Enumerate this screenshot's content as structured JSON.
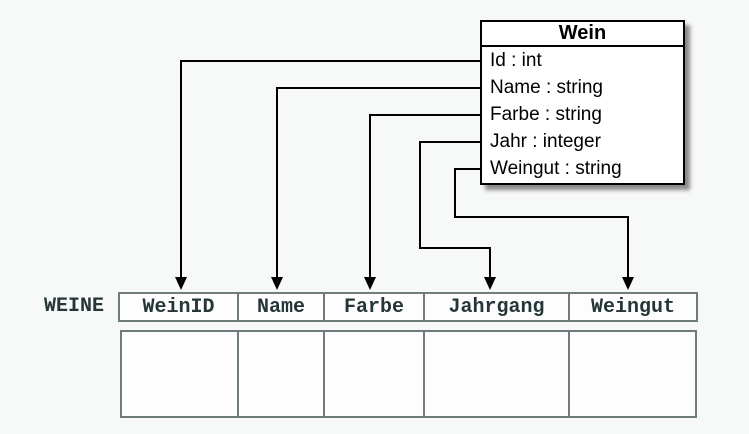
{
  "class_box": {
    "title": "Wein",
    "attributes": [
      "Id : int",
      "Name : string",
      "Farbe : string",
      "Jahr : integer",
      "Weingut : string"
    ]
  },
  "table": {
    "label": "WEINE",
    "columns": [
      "WeinID",
      "Name",
      "Farbe",
      "Jahrgang",
      "Weingut"
    ],
    "row_values": [
      "",
      "",
      "",
      "",
      ""
    ]
  },
  "mappings": [
    {
      "from": "Id",
      "to": "WeinID"
    },
    {
      "from": "Name",
      "to": "Name"
    },
    {
      "from": "Farbe",
      "to": "Farbe"
    },
    {
      "from": "Jahr",
      "to": "Jahrgang"
    },
    {
      "from": "Weingut",
      "to": "Weingut"
    }
  ],
  "colors": {
    "background": "#f7f8f8",
    "box_fill": "#ffffff",
    "box_border": "#000000",
    "arrow": "#000000",
    "table_border": "#6e7c7e",
    "table_fill": "#fdfdfd",
    "table_text": "#263638"
  }
}
